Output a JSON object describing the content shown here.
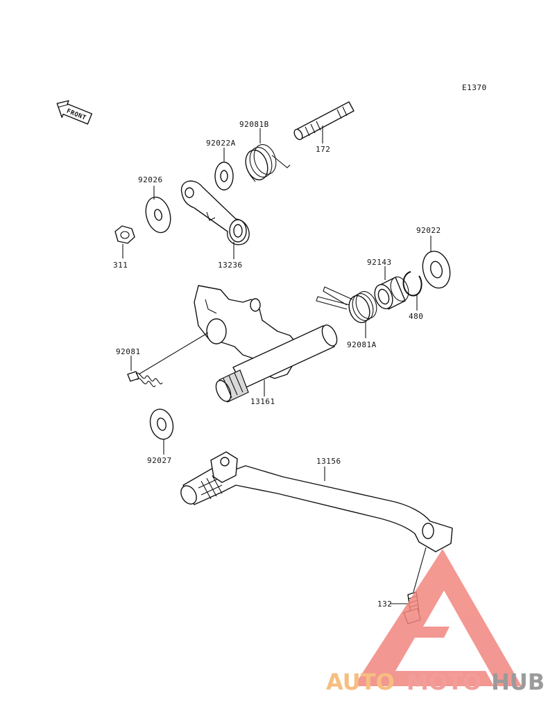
{
  "diagram_code": "E1370",
  "front_label": "FRONT",
  "parts": {
    "p172": "172",
    "p92081B": "92081B",
    "p92022A": "92022A",
    "p92026": "92026",
    "p311": "311",
    "p13236": "13236",
    "p92022": "92022",
    "p92143": "92143",
    "p480": "480",
    "p92081A": "92081A",
    "p92081": "92081",
    "p13161": "13161",
    "p92027": "92027",
    "p13156": "13156",
    "p132": "132"
  },
  "watermark": {
    "word_part1": "AUTO",
    "word_part2": "MOTO",
    "word_part3": "HUB",
    "color_part1": "#f5b36a",
    "color_part2": "#f08d88",
    "color_part3": "#8a8a8a",
    "triangle_color": "#f2867f"
  }
}
